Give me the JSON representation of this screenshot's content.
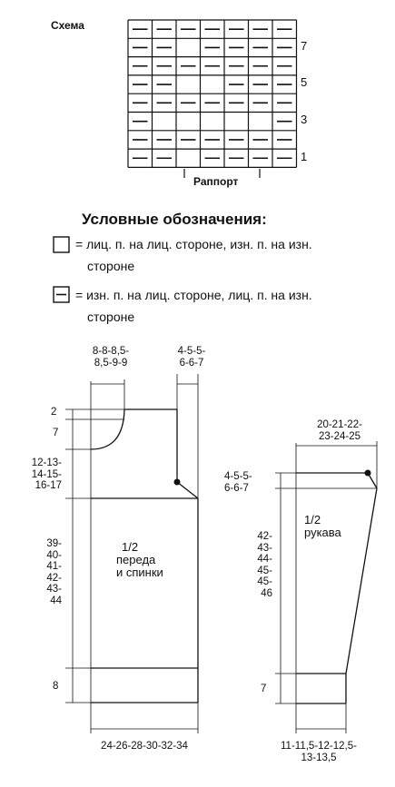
{
  "schema": {
    "title": "Схема",
    "row_labels": [
      "7",
      "5",
      "3",
      "1"
    ],
    "repeat_label": "Раппорт",
    "grid": [
      "-------",
      "--.----",
      "-------",
      "--..---",
      "-------",
      "-.....-",
      "-------",
      "--.----"
    ]
  },
  "legend": {
    "title": "Условные обозначения:",
    "items": [
      {
        "symbol": "blank",
        "line1": "= лиц. п. на лиц. стороне, изн. п. на изн.",
        "line2": "стороне"
      },
      {
        "symbol": "dash",
        "line1": "= изн. п. на лиц. стороне, лиц. п. на изн.",
        "line2": "стороне"
      }
    ]
  },
  "body_pattern": {
    "label_line1": "1/2",
    "label_line2": "переда",
    "label_line3": "и спинки",
    "dims": {
      "neck_width_1": "8-8-8,5-",
      "neck_width_2": "8,5-9-9",
      "shoulder_1": "4-5-5-",
      "shoulder_2": "6-6-7",
      "neck_depth_back": "2",
      "neck_depth_front": "7",
      "armhole_1": "12-13-",
      "armhole_2": "14-15-",
      "armhole_3": "16-17",
      "length_1": "39-",
      "length_2": "40-",
      "length_3": "41-",
      "length_4": "42-",
      "length_5": "43-",
      "length_6": "44",
      "hem": "8",
      "width": "24-26-28-30-32-34"
    }
  },
  "sleeve_pattern": {
    "label_line1": "1/2",
    "label_line2": "рукава",
    "dims": {
      "top_width_1": "20-21-22-",
      "top_width_2": "23-24-25",
      "cap_1": "4-5-5-",
      "cap_2": "6-6-7",
      "length_1": "42-",
      "length_2": "43-",
      "length_3": "44-",
      "length_4": "45-",
      "length_5": "45-",
      "length_6": "46",
      "cuff": "7",
      "bottom_1": "11-11,5-12-12,5-",
      "bottom_2": "13-13,5"
    }
  }
}
